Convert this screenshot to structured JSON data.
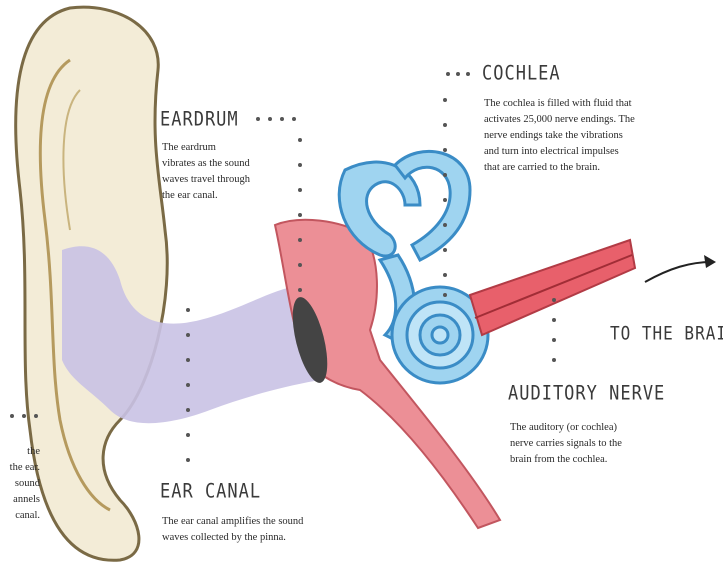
{
  "labels": {
    "cochlea": {
      "title": "COCHLEA",
      "lines": [
        "The cochlea is filled with fluid that",
        "activates 25,000 nerve endings. The",
        "nerve endings take the vibrations",
        "and turn into electrical impulses",
        "that are carried to the brain."
      ]
    },
    "eardrum": {
      "title": "EARDRUM",
      "lines": [
        "The eardrum",
        "vibrates as the sound",
        "waves travel through",
        "the ear canal."
      ]
    },
    "auditory_nerve": {
      "title": "AUDITORY NERVE",
      "lines": [
        "The auditory (or cochlea)",
        "nerve carries signals to the",
        "brain from the cochlea."
      ]
    },
    "ear_canal": {
      "title": "EAR CANAL",
      "lines": [
        "The ear canal amplifies the sound",
        "waves collected by the pinna."
      ]
    },
    "to_brain": "TO THE BRAIN",
    "pinna_fragment": [
      "the",
      "the ear.",
      "sound",
      "annels",
      "canal."
    ]
  },
  "colors": {
    "pinna": "#f3ecd7",
    "pinna_outline": "#7a6a45",
    "canal": "#c9c2e4",
    "middle_ear": "#ec8f96",
    "cochlea": "#9fd4f0",
    "cochlea_outline": "#3a8cc6",
    "nerve": "#e8606b",
    "eardrum": "#444444"
  }
}
